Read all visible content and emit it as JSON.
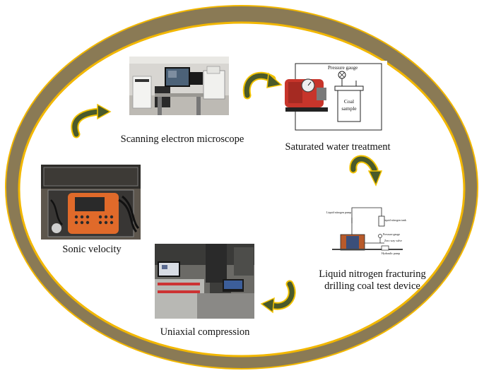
{
  "diagram": {
    "nodes": [
      {
        "id": "sem",
        "label": "Scanning electron microscope"
      },
      {
        "id": "water",
        "label": "Saturated water treatment"
      },
      {
        "id": "ln2",
        "label_line1": "Liquid nitrogen fracturing",
        "label_line2": "drilling  coal test device"
      },
      {
        "id": "uniaxial",
        "label": "Uniaxial compression"
      },
      {
        "id": "sonic",
        "label": "Sonic velocity"
      }
    ],
    "water_schematic": {
      "gauge_label": "Pressure gauge",
      "sample_line1": "Coal",
      "sample_line2": "sample"
    },
    "ln2_schematic": {
      "pump_label": "Liquid nitrogen pump",
      "tank_label": "Liquid nitrogen tank",
      "gauge_label": "Pressure gauge",
      "valve_label": "Zero way valve",
      "hydraulic_label": "Hydraulic pump"
    },
    "colors": {
      "ring": "#8a7a55",
      "ring_edge": "#f2b700",
      "arrow_fill": "#4a5a2a",
      "arrow_edge": "#f2c200"
    }
  }
}
